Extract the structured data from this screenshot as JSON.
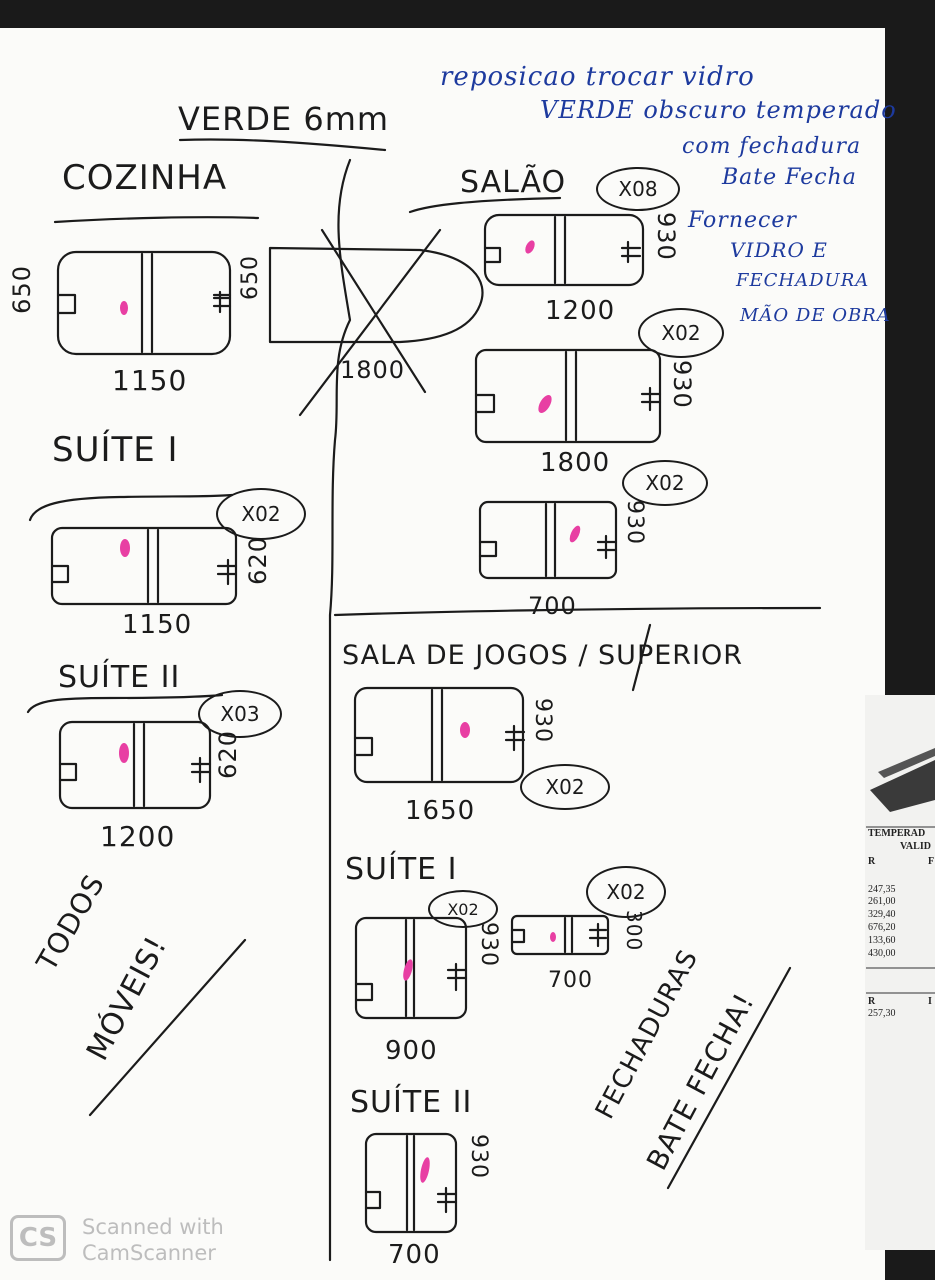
{
  "heading": {
    "title": "VERDE 6mm",
    "underline": "——"
  },
  "notes": {
    "line1": "reposicao trocar vidro",
    "line2": "VERDE obscuro temperado",
    "line3": "com fechadura",
    "line4": "Bate Fecha",
    "line5": "Fornecer",
    "line6": "VIDRO E",
    "line7": "FECHADURA",
    "line8": "MÃO DE OBRA"
  },
  "rooms": {
    "cozinha": "COZINHA",
    "salao": "SALÃO",
    "suite1": "SUÍTE I",
    "suite2": "SUÍTE II",
    "sala_jogos": "SALA DE JOGOS / SUPERIOR",
    "suite1_sup": "SUÍTE I",
    "suite2_sup": "SUÍTE II"
  },
  "dims": {
    "coz_w": "1150",
    "coz_h_left": "650",
    "coz_h_right": "650",
    "crossed_w": "1800",
    "salao1_w": "1200",
    "salao1_h": "930",
    "salao2_w": "1800",
    "salao2_h": "930",
    "salao3_w": "700",
    "salao3_h": "930",
    "s1_w": "1150",
    "s1_h": "620",
    "s2_w": "1200",
    "s2_h": "620",
    "jogos_w": "1650",
    "jogos_h": "930",
    "s1sup_w": "900",
    "s1sup_h": "930",
    "s1sup_small_w": "700",
    "s1sup_small_h": "300",
    "s2sup_w": "700",
    "s2sup_h": "930"
  },
  "badges": {
    "salao1": "X08",
    "salao2": "X02",
    "salao3": "X02",
    "s1": "X02",
    "s2": "X03",
    "jogos": "X02",
    "s1sup": "X02",
    "s1sup_small": "X02"
  },
  "side_notes": {
    "todos": "TODOS",
    "moveis": "MÓVEIS!",
    "fechaduras": "FECHADURAS",
    "bate_fecha": "BATE FECHA!"
  },
  "background_table": {
    "header1": "TEMPERAD",
    "header2": "VALID",
    "col": "R",
    "col2": "F",
    "rows": [
      "247,35",
      "261,00",
      "329,40",
      "676,20",
      "133,60",
      "430,00"
    ],
    "col_b": "R",
    "col_b2": "I",
    "row_b": "257,30"
  },
  "watermark": {
    "logo": "CS",
    "line1": "Scanned with",
    "line2": "CamScanner"
  },
  "colors": {
    "ink": "#1b1b1b",
    "blue_ink": "#1d3a9e",
    "marker": "#e83fa3",
    "paper": "#fbfbf9"
  }
}
